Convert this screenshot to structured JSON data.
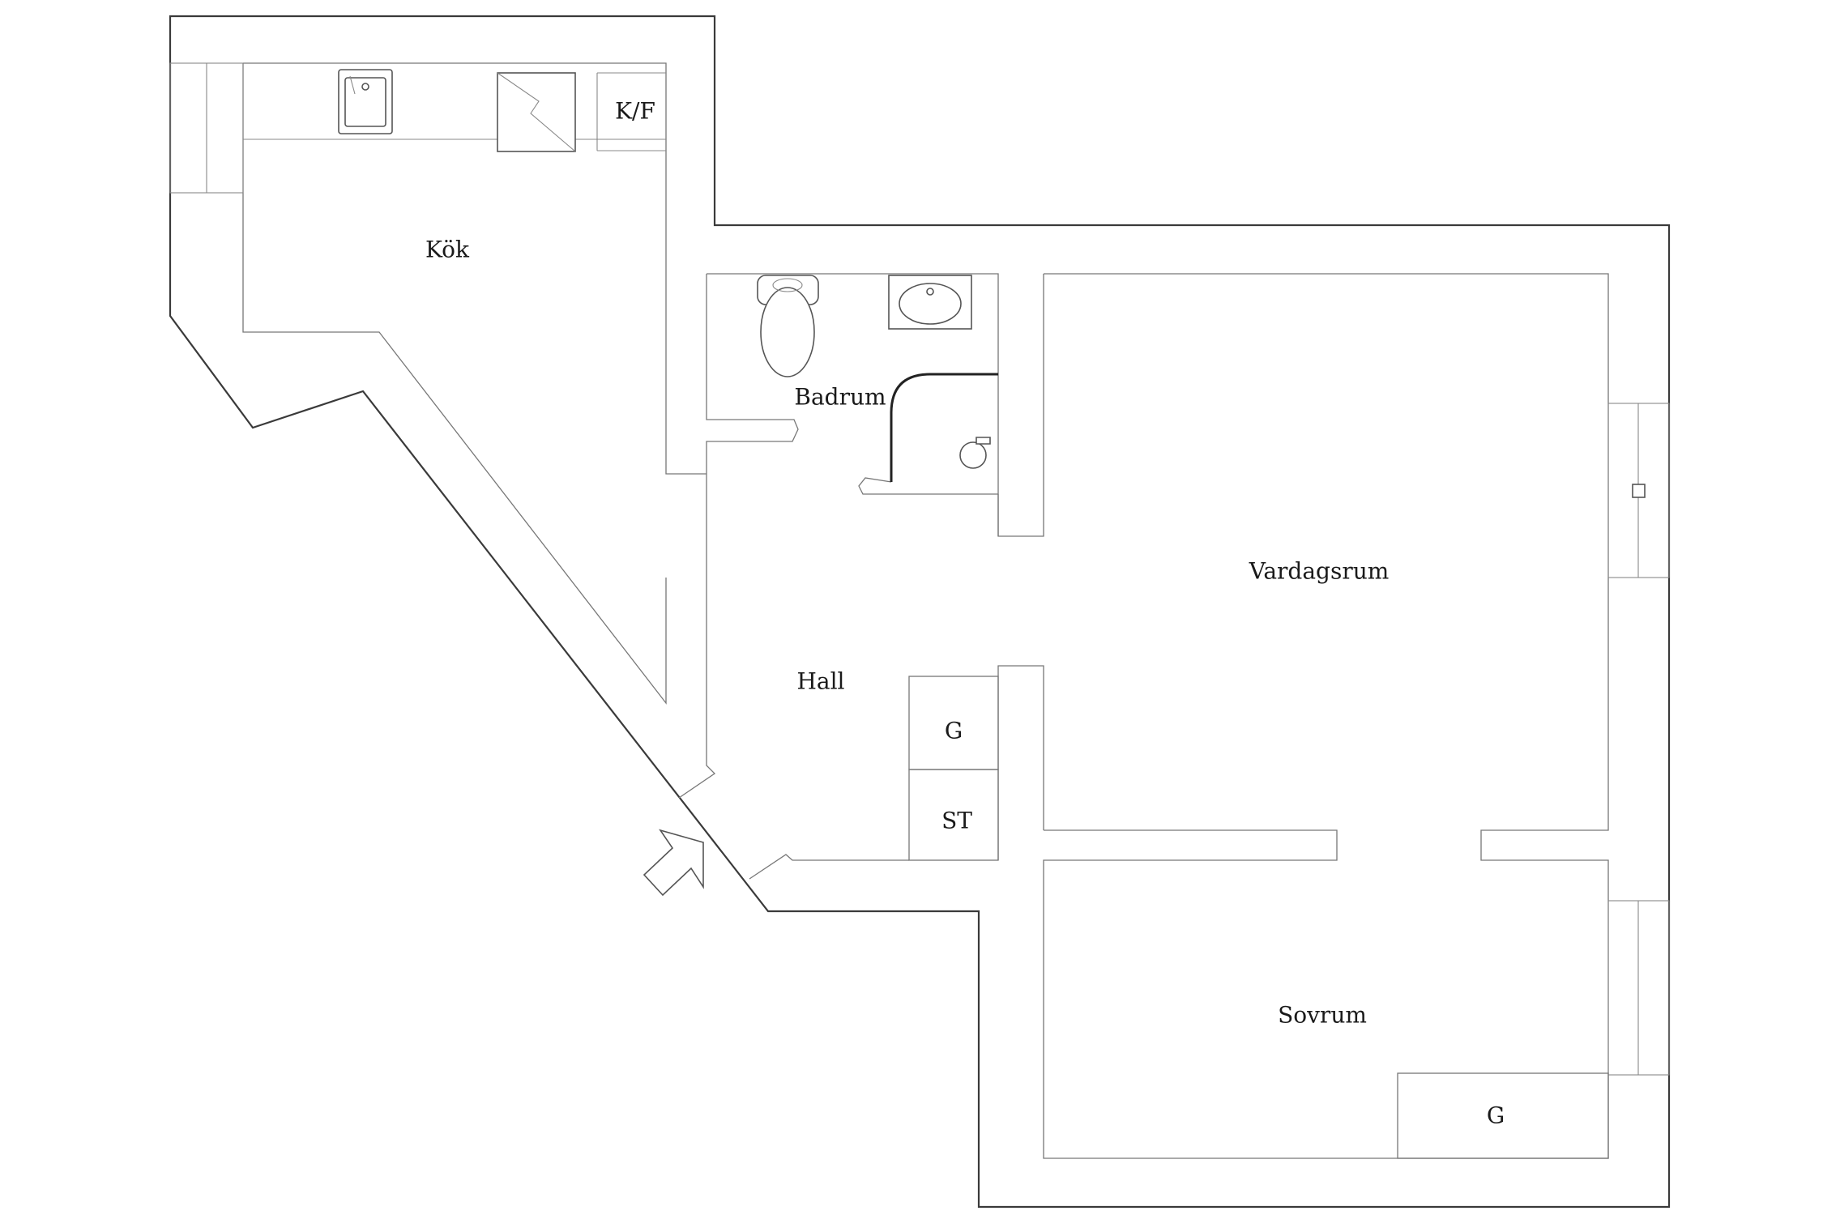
{
  "rooms": {
    "kok": "Kök",
    "badrum": "Badrum",
    "vardagsrum": "Vardagsrum",
    "hall": "Hall",
    "sovrum": "Sovrum"
  },
  "fixtures": {
    "fridge_freezer": "K/F",
    "wardrobe_hall": "G",
    "storage_hall": "ST",
    "wardrobe_bedroom": "G"
  },
  "icons": {
    "sink": "kitchen-sink-icon",
    "stove": "stove-icon",
    "toilet": "toilet-icon",
    "washbasin": "washbasin-icon",
    "shower": "shower-icon",
    "entrance": "entrance-arrow-icon"
  }
}
